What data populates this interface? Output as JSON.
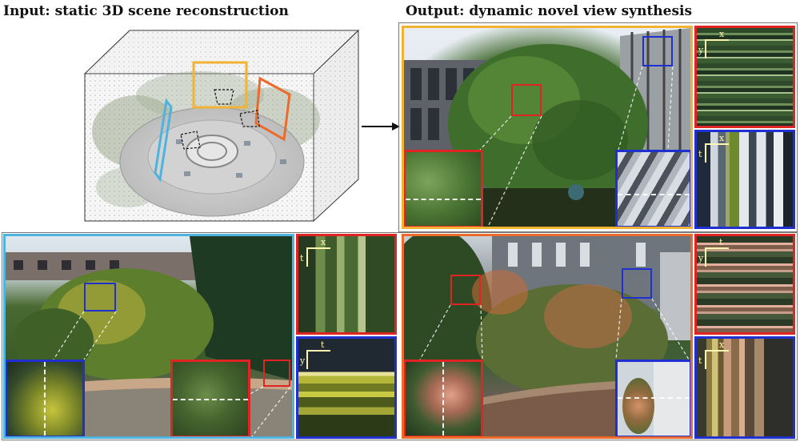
{
  "input_title": "Input: static 3D scene reconstruction",
  "output_title": "Output: dynamic novel view synthesis",
  "axes": {
    "t": "t",
    "x": "x",
    "y": "y"
  },
  "colors": {
    "yellow": "#f2b233",
    "orange": "#ec6a2a",
    "cyan": "#4fb3e0",
    "red": "#e02424",
    "blue": "#1f2fd0",
    "gray": "#888888"
  }
}
